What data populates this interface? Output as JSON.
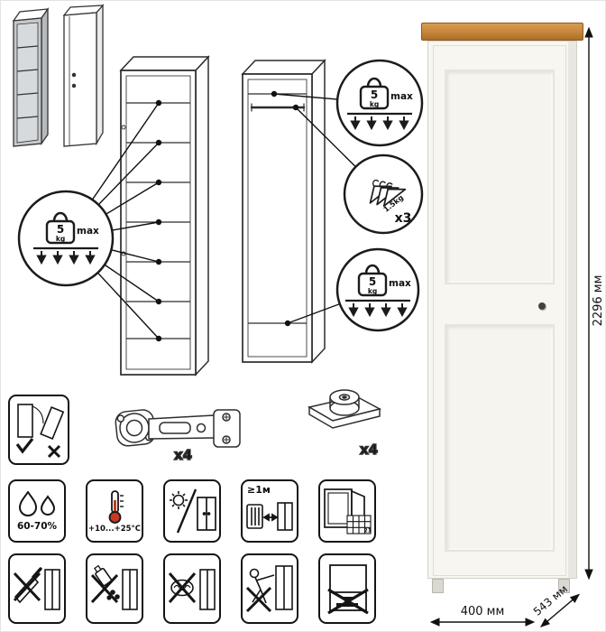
{
  "callout": {
    "weight_value": "5",
    "weight_unit": "kg",
    "weight_max": "max",
    "hanger_weight": "1.5kg",
    "hanger_multiplier": "x3"
  },
  "hardware": {
    "hinge_qty": "x4",
    "leg_qty": "x4"
  },
  "care": {
    "humidity": "60-70%",
    "temperature": "+10...+25°C",
    "distance": "≥1м",
    "window_badge": "21"
  },
  "dimensions": {
    "height": "2296 мм",
    "width": "400 мм",
    "depth": "543 мм"
  },
  "colors": {
    "line": "#141414",
    "wood_top": "#c58a3c",
    "cabinet_white": "#f7f6f1",
    "gray_unit": "#c6c9cc"
  },
  "icons": {
    "hardware": [
      "concealed-hinge",
      "adjustable-foot"
    ],
    "assembly": [
      "anti-tip-wall-fixing"
    ],
    "care": [
      "humidity-drops",
      "temperature-range",
      "no-direct-sunlight",
      "heat-source-distance",
      "ventilation-window"
    ],
    "warnings": [
      "no-sharp-objects",
      "no-liquids",
      "no-abrasive-cleaning",
      "no-leaning-pushing",
      "no-heavy-items"
    ]
  }
}
